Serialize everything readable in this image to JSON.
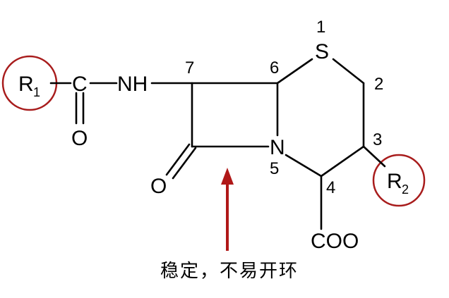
{
  "structure": {
    "atoms": {
      "r1": "R",
      "r1_sub": "1",
      "carbonyl_c": "C",
      "nh": "NH",
      "carbonyl_o": "O",
      "lactam_o": "O",
      "n": "N",
      "s": "S",
      "r2": "R",
      "r2_sub": "2",
      "carboxyl": "COO"
    },
    "position_numbers": {
      "p1": "1",
      "p2": "2",
      "p3": "3",
      "p4": "4",
      "p5": "5",
      "p6": "6",
      "p7": "7"
    }
  },
  "annotation": {
    "caption": "稳定，不易开环",
    "arrow_color": "#b01818",
    "circle_color": "#a81c1c"
  }
}
